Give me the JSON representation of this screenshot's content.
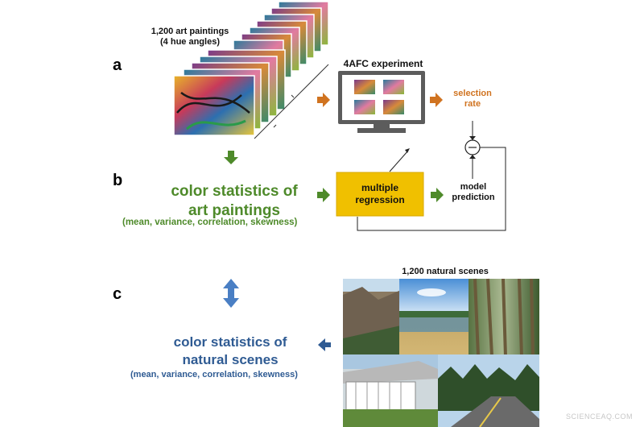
{
  "panel_labels": {
    "a": "a",
    "b": "b",
    "c": "c"
  },
  "paintings": {
    "line1": "1,200 art paintings",
    "line2": "(4 hue angles)"
  },
  "experiment": {
    "title": "4AFC experiment"
  },
  "selection": {
    "line1": "selection",
    "line2": "rate"
  },
  "model": {
    "line1": "model",
    "line2": "prediction"
  },
  "regression": {
    "line1": "multiple",
    "line2": "regression"
  },
  "art_stats": {
    "line1": "color statistics of",
    "line2": "art paintings",
    "sub": "(mean, variance, correlation, skewness)"
  },
  "natural": {
    "title": "1,200 natural scenes"
  },
  "nat_stats": {
    "line1": "color statistics of",
    "line2": "natural scenes",
    "sub": "(mean, variance, correlation, skewness)"
  },
  "watermark": "SCIENCEAQ.COM",
  "colors": {
    "green": "#4e8a2a",
    "orange": "#d07320",
    "blue": "#2f5b93",
    "gold": "#f0c000",
    "monitor": "#5c5c5c"
  }
}
